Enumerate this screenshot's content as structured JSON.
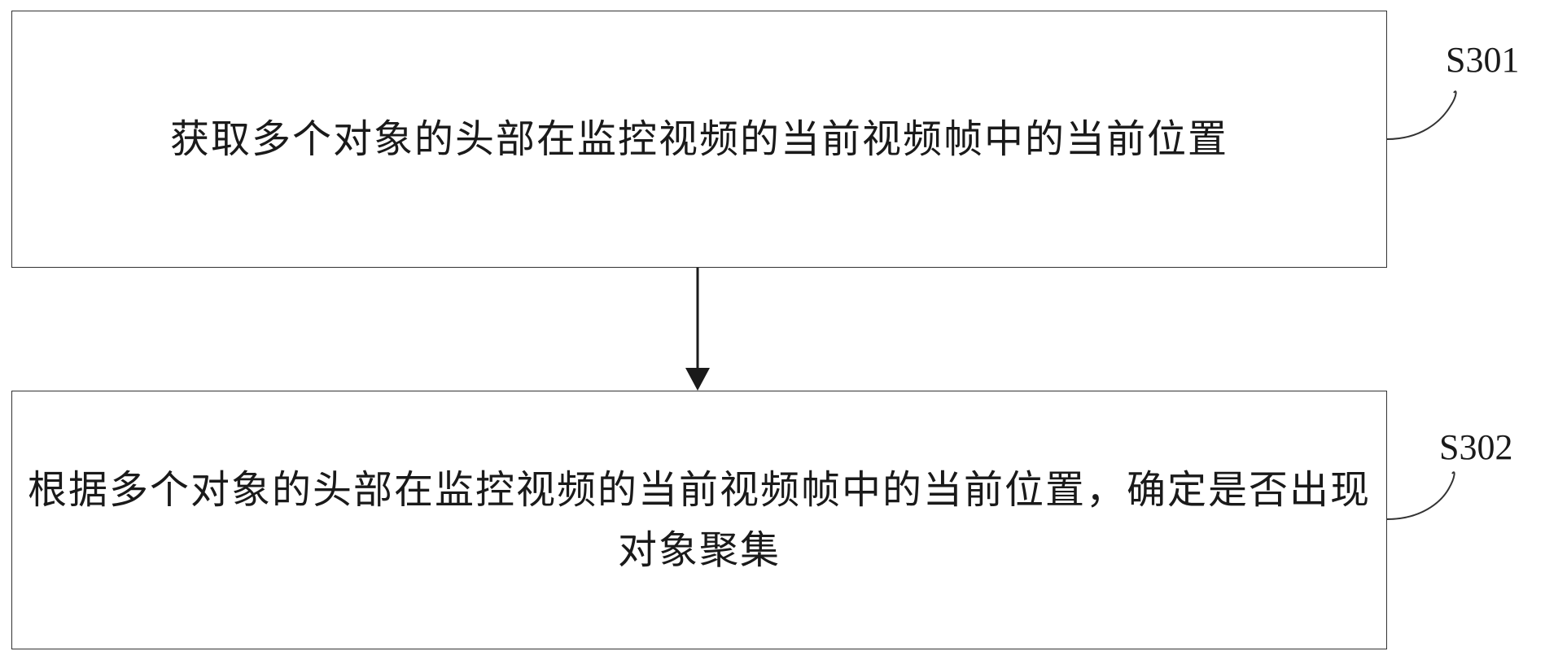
{
  "steps": [
    {
      "label": "S301",
      "text": "获取多个对象的头部在监控视频的当前视频帧中的当前位置"
    },
    {
      "label": "S302",
      "text": "根据多个对象的头部在监控视频的当前视频帧中的当前位置，确定是否出现对象聚集"
    }
  ]
}
